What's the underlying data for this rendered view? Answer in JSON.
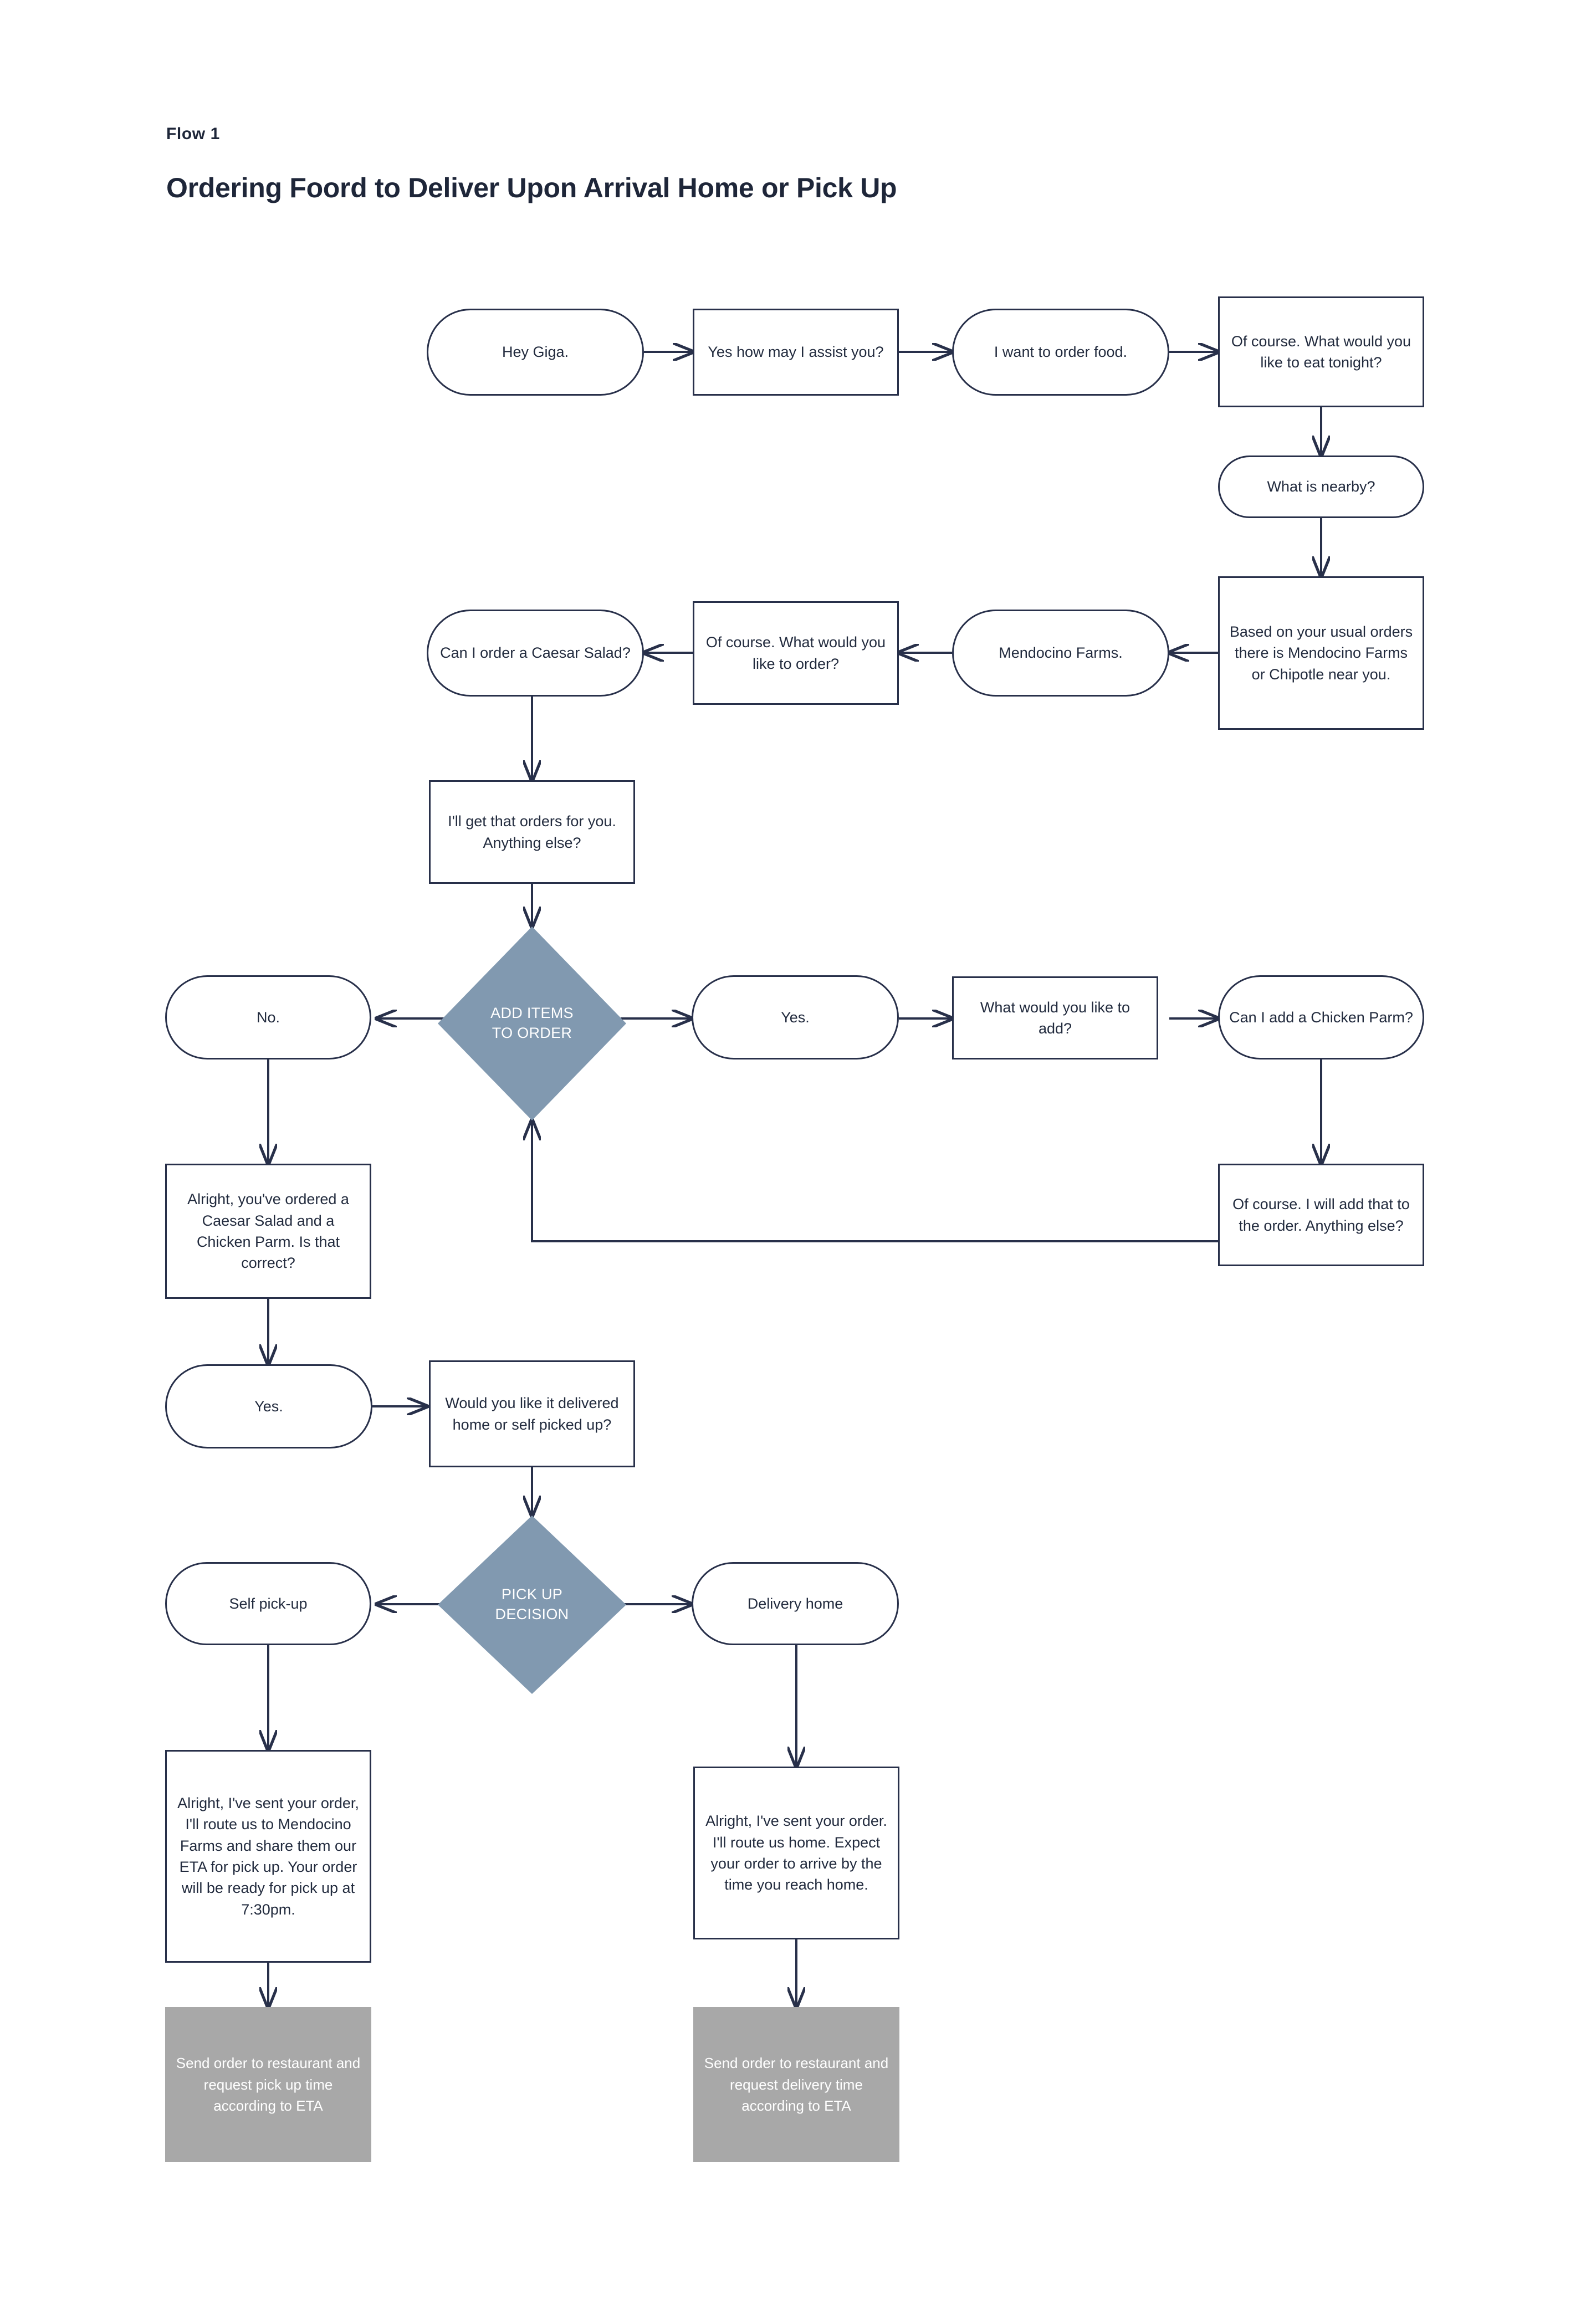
{
  "header": {
    "flow_label": "Flow 1",
    "title": "Ordering Foord to Deliver Upon Arrival Home or Pick Up"
  },
  "colors": {
    "ink": "#28304a",
    "text": "#222b3e",
    "decision_fill": "#8199b0",
    "terminal_fill": "#a8a8a8",
    "terminal_text": "#ffffff",
    "background": "#ffffff"
  },
  "nodes": {
    "hey_giga": "Hey Giga.",
    "yes_how_may_assist": "Yes how may I assist you?",
    "want_order_food": "I want to order food.",
    "what_eat_tonight": "Of course. What would you like to eat tonight?",
    "what_is_nearby": "What is nearby?",
    "based_on_usual": "Based on your usual orders there is Mendocino Farms or Chipotle near you.",
    "mendocino_farms": "Mendocino Farms.",
    "what_like_to_order": "Of course. What would you like to order?",
    "caesar_salad": "Can I order a Caesar Salad?",
    "get_that_orders": "I'll get that orders for you. Anything else?",
    "decision_add_items": "ADD ITEMS TO ORDER",
    "decision_add_items_line1": "ADD ITEMS",
    "decision_add_items_line2": "TO ORDER",
    "answer_no": "No.",
    "answer_yes": "Yes.",
    "what_like_to_add": "What would you like to add?",
    "chicken_parm": "Can I add a Chicken Parm?",
    "will_add_that": "Of course. I will add that to the order. Anything else?",
    "confirm_order": "Alright, you've ordered a Caesar Salad and a Chicken Parm. Is that correct?",
    "answer_yes_2": "Yes.",
    "delivered_or_pickup": "Would you like it delivered home or self picked up?",
    "decision_pick_up_line1": "PICK UP",
    "decision_pick_up_line2": "DECISION",
    "self_pick_up": "Self pick-up",
    "delivery_home": "Delivery home",
    "pickup_confirmation": "Alright, I've sent your order, I'll route us to Mendocino Farms and share them our ETA for pick up. Your order will be ready for pick up at 7:30pm.",
    "delivery_confirmation": "Alright, I've sent your order. I'll route us home. Expect your order to arrive by the time you reach home.",
    "terminal_pickup": "Send order to restaurant and request pick up time according to ETA",
    "terminal_delivery": "Send order to restaurant and request delivery time according to ETA"
  }
}
